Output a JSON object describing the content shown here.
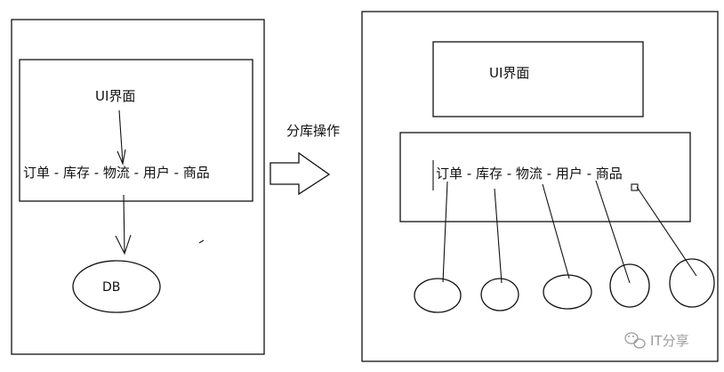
{
  "left_diagram": {
    "ui_label": "UI界面",
    "modules_label": "订单 - 库存 - 物流 - 用户 - 商品",
    "db_label": "DB"
  },
  "transition": {
    "label": "分库操作"
  },
  "right_diagram": {
    "ui_label": "UI界面",
    "modules_label": "订单 - 库存 - 物流 - 用户 - 商品",
    "databases": [
      "",
      "",
      "",
      "",
      ""
    ]
  },
  "watermark": {
    "icon": "wechat-icon",
    "text": "IT分享"
  }
}
